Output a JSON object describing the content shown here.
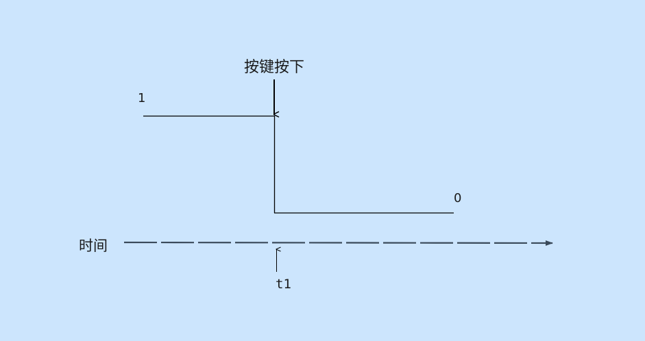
{
  "diagram": {
    "title": "按键按下",
    "level_high_label": "1",
    "level_low_label": "0",
    "time_axis_label": "时间",
    "event_marker_label": "t1"
  },
  "colors": {
    "background": "#cce5fd",
    "signal_line": "#000000",
    "time_axis": "#3a4a5a"
  }
}
